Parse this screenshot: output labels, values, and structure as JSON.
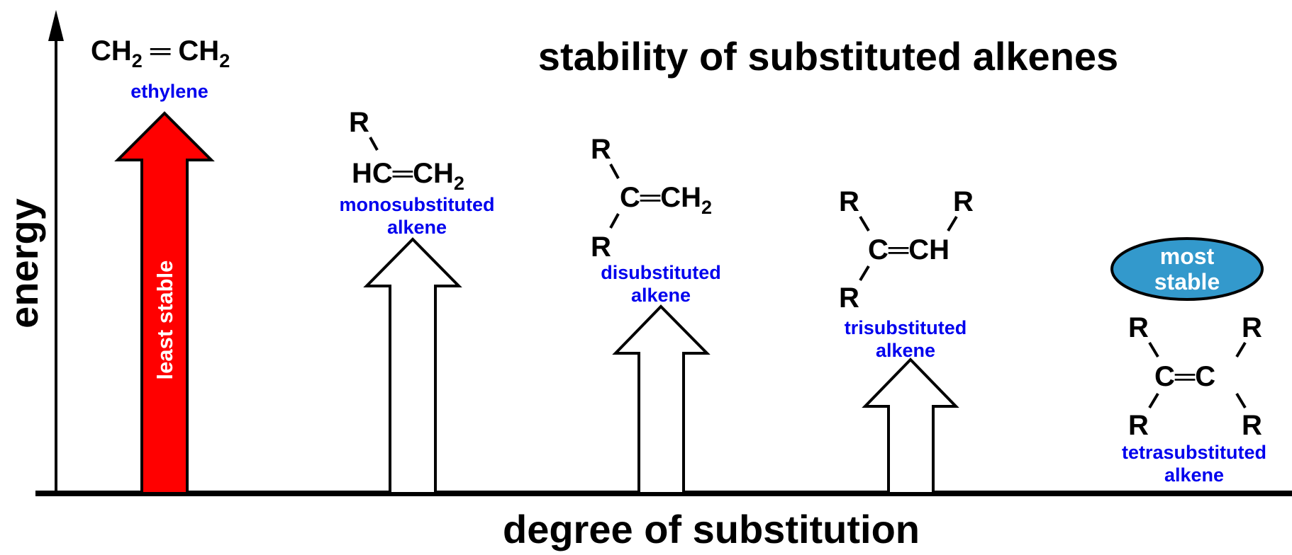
{
  "title": "stability of substituted alkenes",
  "y_axis_label": "energy",
  "x_axis_label": "degree of substitution",
  "colors": {
    "least_stable_arrow": "#ff0000",
    "caption_text": "#0000ee",
    "most_stable_badge": "#3399cc"
  },
  "least_stable_label": "least stable",
  "most_stable_badge": {
    "line1": "most",
    "line2": "stable"
  },
  "substituent": "R",
  "alkenes": [
    {
      "name": "ethylene",
      "formula": {
        "left": "CH",
        "left_sub": "2",
        "bond": "═",
        "right": "CH",
        "right_sub": "2"
      },
      "caption_lines": [
        "ethylene"
      ]
    },
    {
      "name": "monosubstituted",
      "formula": {
        "left": "HC",
        "bond": "═",
        "right": "CH",
        "right_sub": "2"
      },
      "caption_lines": [
        "monosubstituted",
        "alkene"
      ]
    },
    {
      "name": "disubstituted",
      "formula": {
        "left": "C",
        "bond": "═",
        "right": "CH",
        "right_sub": "2"
      },
      "caption_lines": [
        "disubstituted",
        "alkene"
      ]
    },
    {
      "name": "trisubstituted",
      "formula": {
        "left": "C",
        "bond": "═",
        "right": "CH"
      },
      "caption_lines": [
        "trisubstituted",
        "alkene"
      ]
    },
    {
      "name": "tetrasubstituted",
      "formula": {
        "left": "C",
        "bond": "═",
        "right": "C"
      },
      "caption_lines": [
        "tetrasubstituted",
        "alkene"
      ]
    }
  ]
}
